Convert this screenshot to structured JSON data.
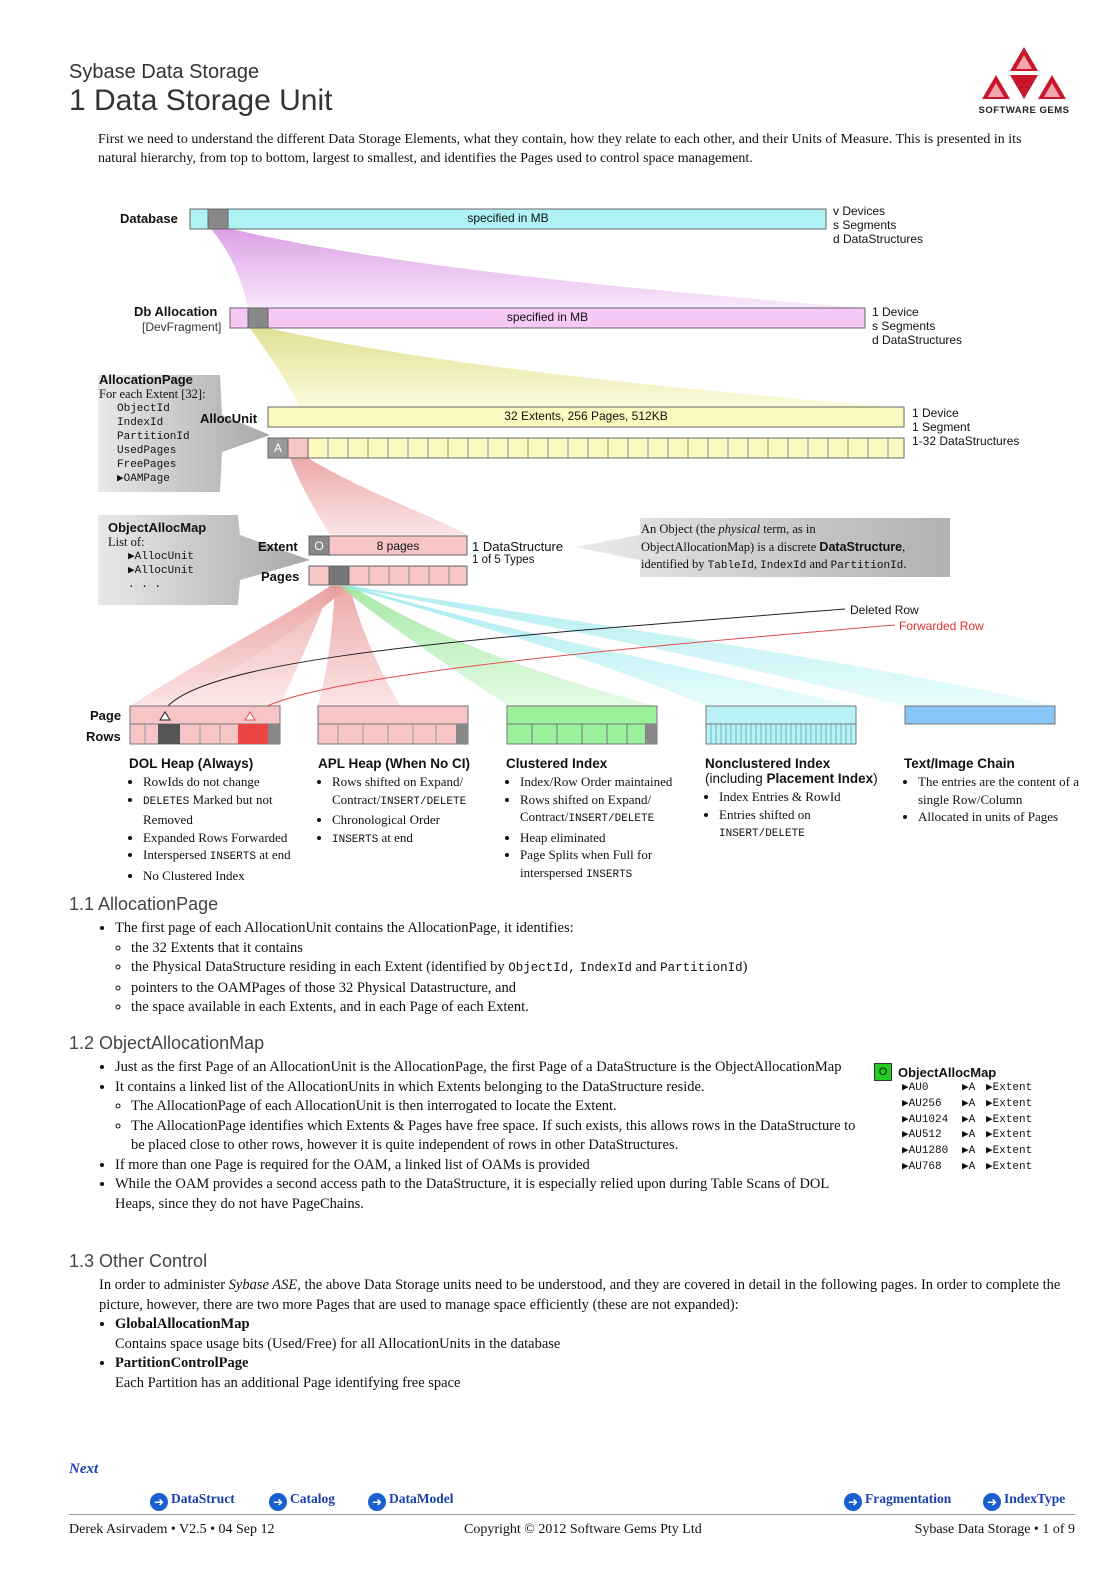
{
  "header": {
    "subtitle": "Sybase Data Storage",
    "title": "1 Data Storage Unit",
    "logo_text": "SOFTWARE GEMS"
  },
  "intro": "First we need to understand the different Data Storage Elements, what they contain, how they relate to each other, and their Units of Measure.  This is presented in its natural hierarchy, from top to bottom, largest to smallest, and identifies the Pages used to control space management.",
  "diagram": {
    "database": {
      "label": "Database",
      "bar_text": "specified in MB",
      "notes": [
        "v Devices",
        "s Segments",
        "d DataStructures"
      ]
    },
    "db_allocation": {
      "label": "Db Allocation",
      "sublabel": "[DevFragment]",
      "bar_text": "specified in MB",
      "notes": [
        "1 Device",
        "s Segments",
        "d DataStructures"
      ]
    },
    "allocation_page": {
      "title": "AllocationPage",
      "subtitle": "For each Extent [32]:",
      "fields": [
        "ObjectId",
        "IndexId",
        "PartitionId",
        "UsedPages",
        "FreePages",
        "▶OAMPage"
      ]
    },
    "alloc_unit": {
      "label": "AllocUnit",
      "bar_text": "32 Extents, 256 Pages, 512KB",
      "marker": "A",
      "notes": [
        "1 Device",
        "1 Segment",
        "1-32 DataStructures"
      ]
    },
    "object_alloc_map": {
      "title": "ObjectAllocMap",
      "subtitle": "List of:",
      "items": [
        "▶AllocUnit",
        "▶AllocUnit",
        ". . ."
      ]
    },
    "extent": {
      "label": "Extent",
      "marker": "O",
      "bar_text": "8 pages",
      "pages_label": "Pages",
      "notes": [
        "1 DataStructure",
        "1 of 5 Types"
      ]
    },
    "object_callout": {
      "line1a": "An Object (the ",
      "line1b": "physical",
      "line1c": " term, as in",
      "line2a": "ObjectAllocationMap) is a discrete ",
      "line2b": "DataStructure",
      "line2c": ",",
      "line3a": "identified by ",
      "line3b": "TableId",
      "line3c": ", ",
      "line3d": "IndexId",
      "line3e": " and ",
      "line3f": "PartitionId",
      "line3g": "."
    },
    "legend": {
      "deleted": "Deleted Row",
      "forwarded": "Forwarded Row"
    },
    "page_label": "Page",
    "rows_label": "Rows",
    "colors": {
      "cyan": "#aef2f4",
      "magenta": "#f6c8f6",
      "yellow": "#fbf8c0",
      "pink": "#f7c5c5",
      "green": "#9bf09b",
      "lightcyan": "#b8f2f6",
      "blue": "#86c6f8",
      "grey": "#888888",
      "red": "#ee4444"
    }
  },
  "columns": [
    {
      "title": "DOL Heap (Always)",
      "title2": "",
      "items": [
        {
          "t": "RowIds do not change"
        },
        {
          "m": "DELETES",
          "t": " Marked but not Removed"
        },
        {
          "t": "Expanded Rows Forwarded"
        },
        {
          "t": "Interspersed ",
          "m": "INSERTS",
          "t2": " at end"
        },
        {
          "t": "No Clustered Index"
        }
      ]
    },
    {
      "title": "APL Heap (When No CI)",
      "title2": "",
      "items": [
        {
          "t": "Rows shifted on Expand/ Contract/",
          "m": "INSERT/DELETE"
        },
        {
          "t": "Chronological Order"
        },
        {
          "m": "INSERTS",
          "t2": " at end"
        }
      ]
    },
    {
      "title": "Clustered Index",
      "title2": "",
      "items": [
        {
          "t": "Index/Row Order maintained"
        },
        {
          "t": "Rows shifted on Expand/ Contract/",
          "m": "INSERT/DELETE"
        },
        {
          "t": "Heap eliminated"
        },
        {
          "t": "Page Splits when Full for interspersed ",
          "m": "INSERTS"
        }
      ]
    },
    {
      "title": "Nonclustered Index",
      "title2a": "(including ",
      "title2b": "Placement Index",
      "title2c": ")",
      "items": [
        {
          "t": "Index Entries & RowId"
        },
        {
          "t": "Entries shifted on ",
          "m": "INSERT/DELETE"
        }
      ]
    },
    {
      "title": "Text/Image Chain",
      "title2": "",
      "items": [
        {
          "t": "The entries are the content of a single Row/Column"
        },
        {
          "t": "Allocated in units of Pages"
        }
      ]
    }
  ],
  "s11": {
    "heading": "1.1  AllocationPage",
    "lead": "The first page of each AllocationUnit contains the AllocationPage, it identifies:",
    "b1": "the 32 Extents that it contains",
    "b2a": "the Physical DataStructure residing in each Extent (identified by ",
    "b2m1": "ObjectId,",
    "b2m2": "IndexId",
    "b2b": " and ",
    "b2m3": "PartitionId",
    "b2c": ")",
    "b3": "pointers to the OAMPages of those 32 Physical Datastructure, and",
    "b4": "the space available in each Extents, and in each Page of each Extent."
  },
  "s12": {
    "heading": "1.2  ObjectAllocationMap",
    "b1": "Just as the first Page of an AllocationUnit is the AllocationPage, the first Page of a DataStructure is the ObjectAllocationMap",
    "b2": "It contains a linked list of the AllocationUnits in which Extents belonging to the DataStructure reside.",
    "b2a": "The AllocationPage of each AllocationUnit is then interrogated to locate the Extent.",
    "b2b": "The AllocationPage identifies which Extents & Pages have  free space.  If such exists, this allows rows in the DataStructure to be placed close to other rows, however it is quite independent of rows in other DataStructures.",
    "b3": "If more than one Page is required for the OAM, a linked list of OAMs is provided",
    "b4": "While the OAM provides a second access path to the DataStructure, it is especially relied upon during Table Scans of DOL Heaps, since they do not have PageChains."
  },
  "oam": {
    "marker": "O",
    "title": "ObjectAllocMap",
    "rows": [
      {
        "au": "▶AU0",
        "a": "▶A",
        "e": "▶Extent"
      },
      {
        "au": "▶AU256",
        "a": "▶A",
        "e": "▶Extent"
      },
      {
        "au": "▶AU1024",
        "a": "▶A",
        "e": "▶Extent"
      },
      {
        "au": "▶AU512",
        "a": "▶A",
        "e": "▶Extent"
      },
      {
        "au": "▶AU1280",
        "a": "▶A",
        "e": "▶Extent"
      },
      {
        "au": "▶AU768",
        "a": "▶A",
        "e": "▶Extent"
      }
    ]
  },
  "s13": {
    "heading": "1.3  Other Control",
    "p1a": "In order to administer ",
    "p1b": "Sybase ASE",
    "p1c": ", the above Data Storage units need to be understood, and they are covered in detail in the following pages.  In order to complete the picture, however, there are two more Pages that are used to manage space efficiently (these are not expanded):",
    "g_title": "GlobalAllocationMap",
    "g_text": "Contains space usage bits (Used/Free) for all AllocationUnits in the database",
    "p_title": "PartitionControlPage",
    "p_text": "Each Partition has an additional Page identifying free space"
  },
  "nav": {
    "next": "Next",
    "links": [
      "DataStruct",
      "Catalog",
      "DataModel",
      "Fragmentation",
      "IndexType"
    ]
  },
  "footer": {
    "left": "Derek Asirvadem • V2.5 • 04 Sep 12",
    "center": "Copyright © 2012 Software Gems Pty Ltd",
    "right": "Sybase Data Storage • 1 of 9"
  }
}
